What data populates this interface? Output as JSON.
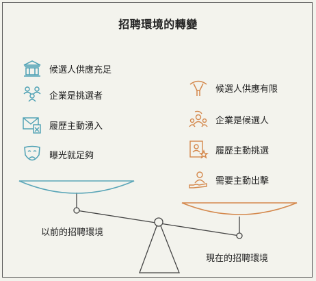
{
  "title": "招聘環境的轉變",
  "left": {
    "caption": "以前的招聘環境",
    "color": "#5ba6b8",
    "items": [
      {
        "label": "候選人供應充足",
        "icon": "bank-building-icon"
      },
      {
        "label": "企業是挑選者",
        "icon": "people-group-icon"
      },
      {
        "label": "履歷主動湧入",
        "icon": "envelope-document-icon"
      },
      {
        "label": "曝光就足夠",
        "icon": "sad-mask-icon"
      }
    ]
  },
  "right": {
    "caption": "現在的招聘環境",
    "color": "#d4884c",
    "items": [
      {
        "label": "候選人供應有限",
        "icon": "hand-pinch-icon"
      },
      {
        "label": "企業是候選人",
        "icon": "people-crowd-icon"
      },
      {
        "label": "履歷主動挑選",
        "icon": "resume-star-icon"
      },
      {
        "label": "需要主動出擊",
        "icon": "hand-person-icon"
      }
    ]
  }
}
